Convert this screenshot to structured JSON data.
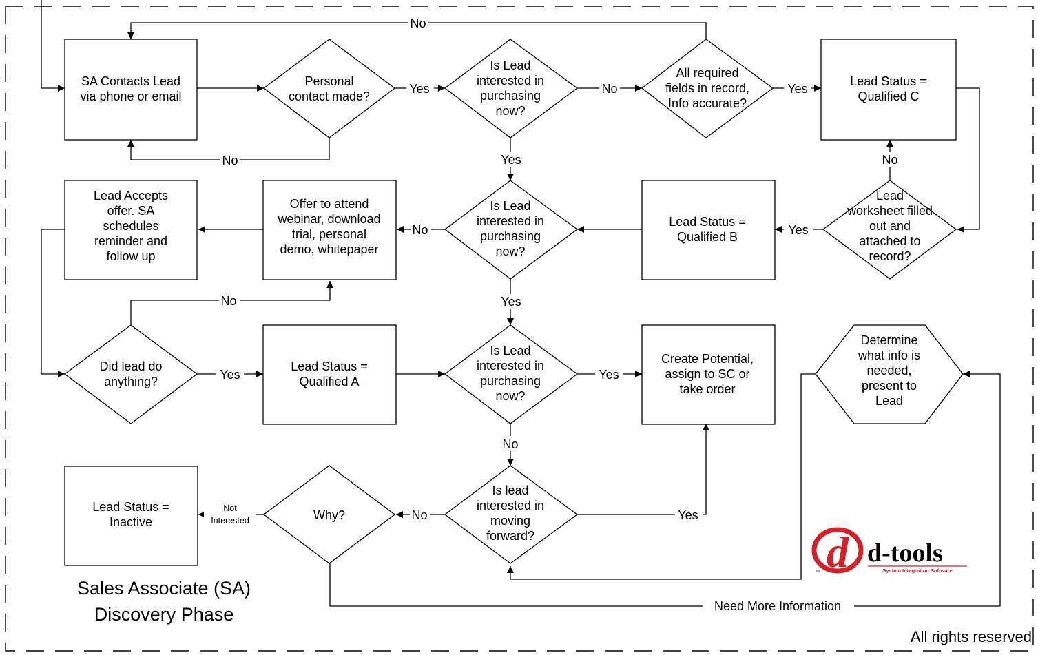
{
  "nodes": {
    "sa_contacts": [
      "SA Contacts Lead",
      "via phone or email"
    ],
    "personal_contact": [
      "Personal",
      "contact made?"
    ],
    "interested_1": [
      "Is Lead",
      "interested in",
      "purchasing",
      "now?"
    ],
    "required_fields": [
      "All required",
      "fields in record,",
      "Info accurate?"
    ],
    "qualified_c": [
      "Lead Status =",
      "Qualified C"
    ],
    "lead_accepts": [
      "Lead Accepts",
      "offer.  SA",
      "schedules",
      "reminder and",
      "follow up"
    ],
    "offer": [
      "Offer to attend",
      "webinar, download",
      "trial, personal",
      "demo, whitepaper"
    ],
    "interested_2": [
      "Is Lead",
      "interested in",
      "purchasing",
      "now?"
    ],
    "qualified_b": [
      "Lead Status =",
      "Qualified B"
    ],
    "worksheet": [
      "Lead",
      "worksheet filled",
      "out and",
      "attached to",
      "record?"
    ],
    "did_anything": [
      "Did lead do",
      "anything?"
    ],
    "qualified_a": [
      "Lead Status =",
      "Qualified A"
    ],
    "interested_3": [
      "Is Lead",
      "interested in",
      "purchasing",
      "now?"
    ],
    "create_potential": [
      "Create Potential,",
      "assign to SC or",
      "take order"
    ],
    "determine_info": [
      "Determine",
      "what info is",
      "needed,",
      "present to",
      "Lead"
    ],
    "inactive": [
      "Lead Status =",
      "Inactive"
    ],
    "why": [
      "Why?"
    ],
    "moving_forward": [
      "Is lead",
      "interested in",
      "moving",
      "forward?"
    ]
  },
  "edge_labels": {
    "no_top": "No",
    "no_contact": "No",
    "yes_contact": "Yes",
    "no_interested_1": "No",
    "yes_fields": "Yes",
    "yes_interested_1": "Yes",
    "no_worksheet": "No",
    "yes_worksheet": "Yes",
    "no_interested_2": "No",
    "yes_interested_2": "Yes",
    "no_did_anything": "No",
    "yes_did_anything": "Yes",
    "yes_interested_3": "Yes",
    "no_interested_3": "No",
    "no_moving": "No",
    "yes_moving": "Yes",
    "not_interested": [
      "Not",
      "Interested"
    ],
    "need_more_info": "Need More Information"
  },
  "title": [
    "Sales Associate (SA)",
    "Discovery Phase"
  ],
  "footer": "All rights reserved",
  "logo": {
    "letter": "d",
    "brand": "d-tools",
    "tagline": "System Integration Software",
    "tm": "™",
    "color": "#d42027"
  }
}
